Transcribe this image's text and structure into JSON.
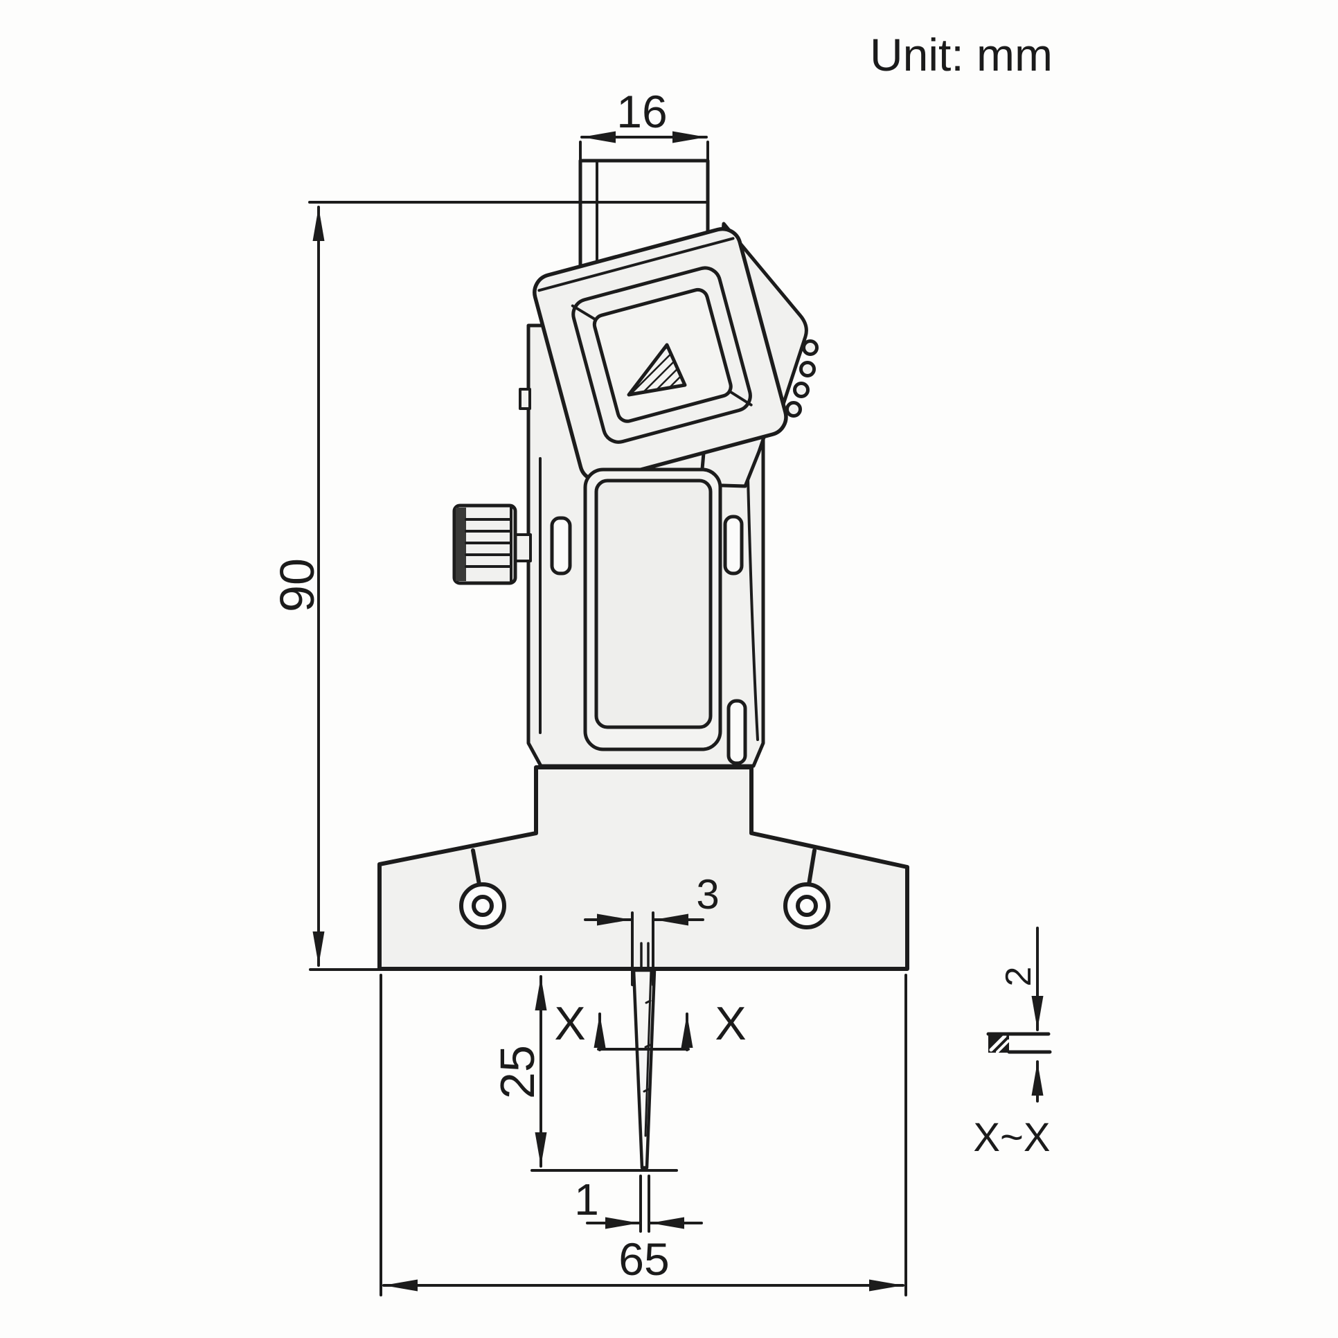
{
  "unit_note": "Unit: mm",
  "dimensions": {
    "stem_width": "16",
    "overall_height": "90",
    "probe_root_width": "3",
    "probe_length": "25",
    "probe_tip_width": "1",
    "base_width": "65",
    "blade_thickness": "2"
  },
  "section": {
    "cut_label_left": "X",
    "cut_label_right": "X",
    "detail_title": "X~X"
  },
  "drawing": {
    "subject": "digital tread depth gauge, front view with section detail",
    "line_color": "#1c1c1c",
    "body_fill": "#f1f1ef",
    "panel_fill": "#eeeeec",
    "background": "#fdfdfc"
  }
}
